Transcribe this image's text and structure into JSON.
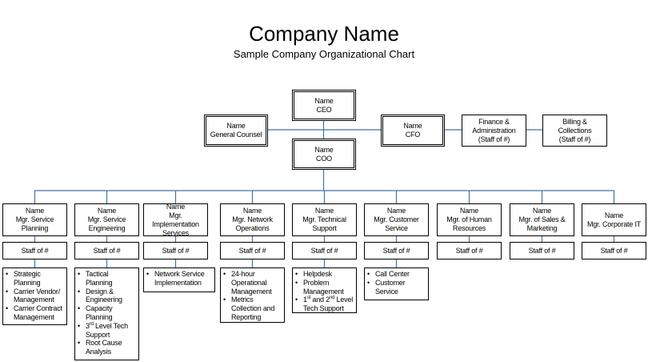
{
  "header": {
    "title": "Company Name",
    "subtitle": "Sample Company Organizational Chart"
  },
  "colors": {
    "connector": "#4472a8",
    "border": "#000000"
  },
  "executives": {
    "ceo": {
      "name": "Name",
      "title": "CEO"
    },
    "general_counsel": {
      "name": "Name",
      "title": "General Counsel"
    },
    "cfo": {
      "name": "Name",
      "title": "CFO"
    },
    "coo": {
      "name": "Name",
      "title": "COO"
    },
    "finance": {
      "line1": "Finance &",
      "line2": "Administration",
      "line3": "(Staff of #)"
    },
    "billing": {
      "line1": "Billing &",
      "line2": "Collections",
      "line3": "(Staff of #)"
    }
  },
  "managers": [
    {
      "name": "Name",
      "title": "Mgr. Service Planning",
      "staff": "Staff of #",
      "duties": [
        "Strategic Planning",
        "Carrier Vendor/ Management",
        "Carrier Contract Management"
      ]
    },
    {
      "name": "Name",
      "title": "Mgr. Service Engineering",
      "staff": "Staff of #",
      "duties": [
        "Tactical Planning",
        "Design & Engineering",
        "Capacity Planning",
        "3rd Level Tech Support",
        "Root Cause Analysis"
      ]
    },
    {
      "name": "Name",
      "title": "Mgr. Implementation Services",
      "staff": "Staff of #",
      "duties": [
        "Network Service Implementation"
      ]
    },
    {
      "name": "Name",
      "title": "Mgr. Network Operations",
      "staff": "Staff of #",
      "duties": [
        "24-hour Operational Management",
        "Metrics Collection and Reporting"
      ]
    },
    {
      "name": "Name",
      "title": "Mgr. Technical Support",
      "staff": "Staff of #",
      "duties": [
        "Helpdesk",
        "Problem Management",
        "1st and 2nd Level Tech Support"
      ]
    },
    {
      "name": "Name",
      "title": "Mgr. Customer Service",
      "staff": "Staff of #",
      "duties": [
        "Call Center",
        "Customer Service"
      ]
    },
    {
      "name": "Name",
      "title": "Mgr. of Human Resources",
      "staff": "Staff of #",
      "duties": []
    },
    {
      "name": "Name",
      "title": "Mgr. of Sales & Marketing",
      "staff": "Staff of #",
      "duties": []
    },
    {
      "name": "Name",
      "title": "Mgr. Corporate IT",
      "staff": "Staff of #",
      "duties": []
    }
  ]
}
